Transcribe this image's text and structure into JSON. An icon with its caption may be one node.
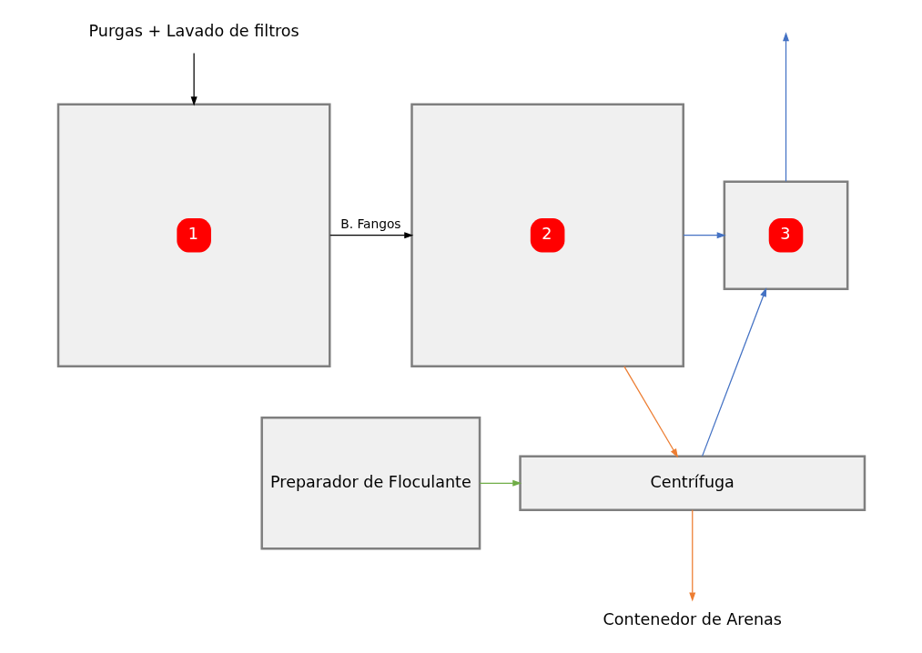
{
  "diagram": {
    "nodes": [
      {
        "text": [
          "Purgas + Lavado de filtros"
        ]
      },
      {
        "text": [
          "2"
        ]
      },
      {
        "text": [
          "1"
        ]
      },
      {
        "text": [
          "3"
        ]
      },
      {
        "text": [
          "Preparador de Floculante"
        ]
      },
      {
        "text": [
          "Centrífuga"
        ]
      },
      {
        "text": [
          "Contenedor de Arenas"
        ]
      }
    ],
    "edges": [
      {
        "from": 0,
        "to": 2,
        "arrow": "to",
        "color": "#000000"
      },
      {
        "from": 2,
        "to": 1,
        "arrow": "to",
        "label": "B. Fangos",
        "color": "#000000"
      },
      {
        "from": 1,
        "to": 3,
        "arrow": "to",
        "color": "#4472c4"
      },
      {
        "from": 3,
        "to": null,
        "arrow": "to",
        "color": "#4472c4"
      },
      {
        "from": 5,
        "to": 3,
        "arrow": "to",
        "color": "#4472c4"
      },
      {
        "from": 4,
        "to": 5,
        "arrow": "to",
        "color": "#70ad47"
      },
      {
        "from": 1,
        "to": 5,
        "arrow": "to",
        "color": "#ed7d31"
      },
      {
        "from": 5,
        "to": 6,
        "arrow": "to",
        "color": "#ed7d31"
      }
    ]
  }
}
